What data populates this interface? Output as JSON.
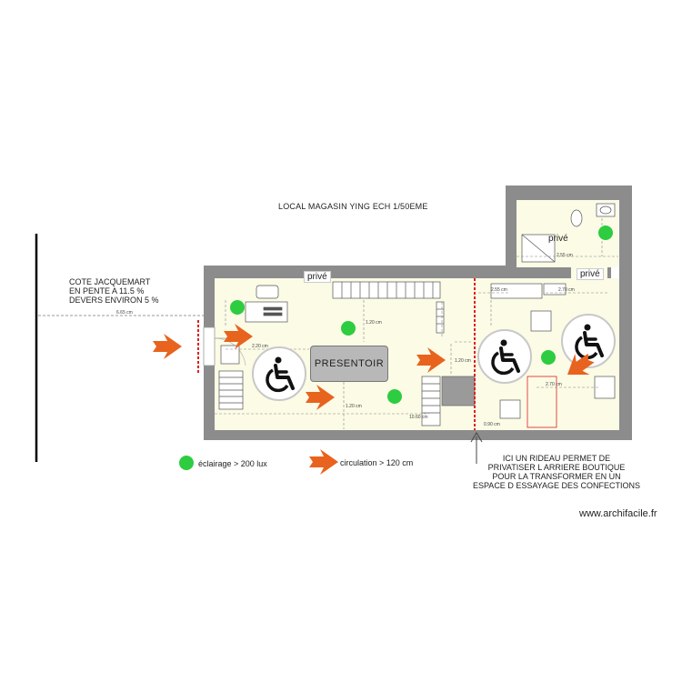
{
  "title": "LOCAL MAGASIN YING ECH 1/50EME",
  "street_note": [
    "COTE JACQUEMART",
    "EN PENTE A 11.5 %",
    "DEVERS ENVIRON 5 %"
  ],
  "presentoir": "PRESENTOIR",
  "prive_label": "privé",
  "legend": {
    "lighting": "éclairage > 200 lux",
    "circulation": "circulation > 120 cm"
  },
  "curtain_note": [
    "ICI UN RIDEAU PERMET DE",
    "PRIVATISER L ARRIERE BOUTIQUE",
    "POUR LA TRANSFORMER EN UN",
    "ESPACE D ESSAYAGE DES CONFECTIONS"
  ],
  "watermark": "www.archifacile.fr",
  "colors": {
    "wall": "#8c8c8c",
    "floor": "#fbfbe6",
    "light": "#2ecc40",
    "arrow": "#e8631e",
    "curtain": "#e01f1f"
  },
  "icons": [
    "wheelchair-icon",
    "light-dot-icon",
    "circulation-arrow-icon"
  ]
}
